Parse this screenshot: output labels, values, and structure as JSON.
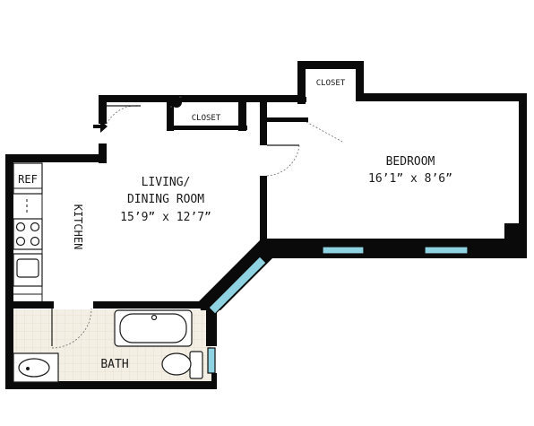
{
  "rooms": {
    "bedroom": {
      "name": "BEDROOM",
      "dims": "16’1” x 8’6”"
    },
    "living": {
      "name_line1": "LIVING/",
      "name_line2": "DINING ROOM",
      "dims": "15’9” x 12’7”"
    },
    "kitchen": {
      "name": "KITCHEN"
    },
    "bath": {
      "name": "BATH"
    },
    "closet_upper": {
      "name": "CLOSET"
    },
    "closet_lower": {
      "name": "CLOSET"
    },
    "ref": {
      "name": "REF"
    }
  },
  "colors": {
    "wall": "#0a0a0a",
    "window": "#8fd3e3",
    "bath_tile": "#f3efe4"
  },
  "icons": [
    "entry-arrow-icon",
    "stove-burner-icon",
    "sink-icon",
    "bathtub-icon",
    "toilet-icon",
    "vanity-sink-icon"
  ]
}
